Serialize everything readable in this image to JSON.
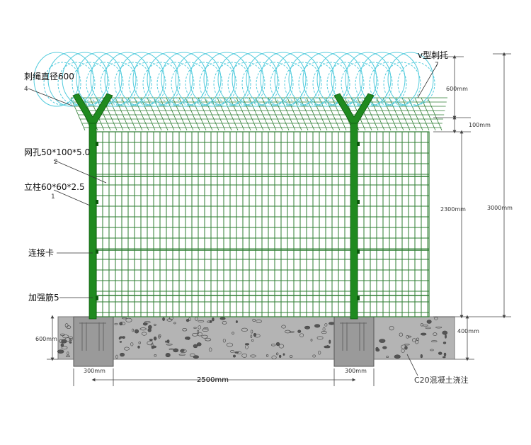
{
  "labels": {
    "razor_wire": "刺绳直径600",
    "razor_wire_no": "4",
    "v_bracket": "v型刺托",
    "v_bracket_no": "7",
    "mesh": "网孔50*100*5.0",
    "mesh_no": "2",
    "post": "立柱60*60*2.5",
    "post_no": "1",
    "clip": "连接卡",
    "rib": "加强筋5",
    "concrete": "C20混凝土浇注"
  },
  "dimensions": {
    "top_600": "600mm",
    "gap_100": "100mm",
    "height_2300": "2300mm",
    "total_3000": "3000mm",
    "depth_400": "400mm",
    "depth_600": "600mm",
    "footing_left": "300mm",
    "footing_right": "300mm",
    "span": "2500mm"
  },
  "colors": {
    "post": "#1f8a1f",
    "mesh": "#2e7d32",
    "wire": "#55ccdd",
    "concrete": "#b4b4b4",
    "footing": "#9a9a9a",
    "dim_line": "#444444"
  }
}
